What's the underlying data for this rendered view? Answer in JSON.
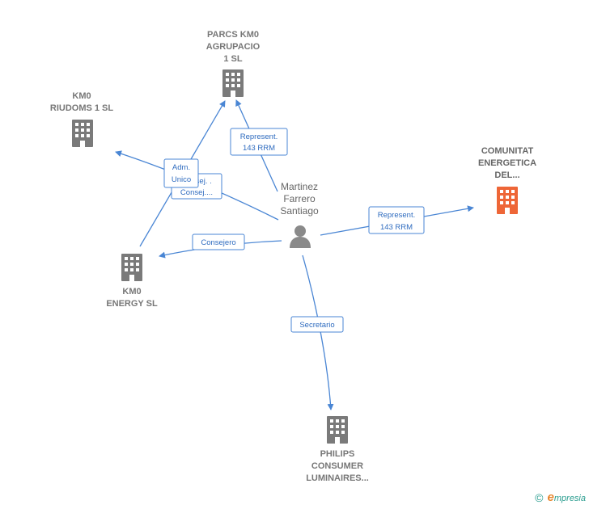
{
  "colors": {
    "edge": "#4a86d4",
    "company": "#7a7a7a",
    "highlight": "#ee6637",
    "person": "#8a8a8a"
  },
  "nodes": {
    "parcs": {
      "label": "PARCS KM0\nAGRUPACIO\n1 SL",
      "icon": "building-icon"
    },
    "riudoms": {
      "label": "KM0\nRIUDOMS 1 SL",
      "icon": "building-icon"
    },
    "comunitat": {
      "label": "COMUNITAT\nENERGETICA\nDEL...",
      "icon": "building-icon"
    },
    "energy": {
      "label": "KM0\nENERGY SL",
      "icon": "building-icon"
    },
    "philips": {
      "label": "PHILIPS\nCONSUMER\nLUMINAIRES...",
      "icon": "building-icon"
    },
    "person": {
      "label": "Martinez\nFarrero\nSantiago",
      "icon": "person-icon"
    }
  },
  "edges": {
    "parcs": {
      "line1": "Represent.",
      "line2": "143 RRM"
    },
    "riudoms": {
      "line1": "Consej. .",
      "line2": "Consej...."
    },
    "energy_adm": {
      "line1": "Adm.",
      "line2": "Unico"
    },
    "comunitat": {
      "line1": "Represent.",
      "line2": "143 RRM"
    },
    "energy": {
      "line1": "Consejero"
    },
    "philips": {
      "line1": "Secretario"
    }
  },
  "footer": {
    "copyright": "©",
    "brand_initial": "e",
    "brand_rest": "mpresia"
  }
}
